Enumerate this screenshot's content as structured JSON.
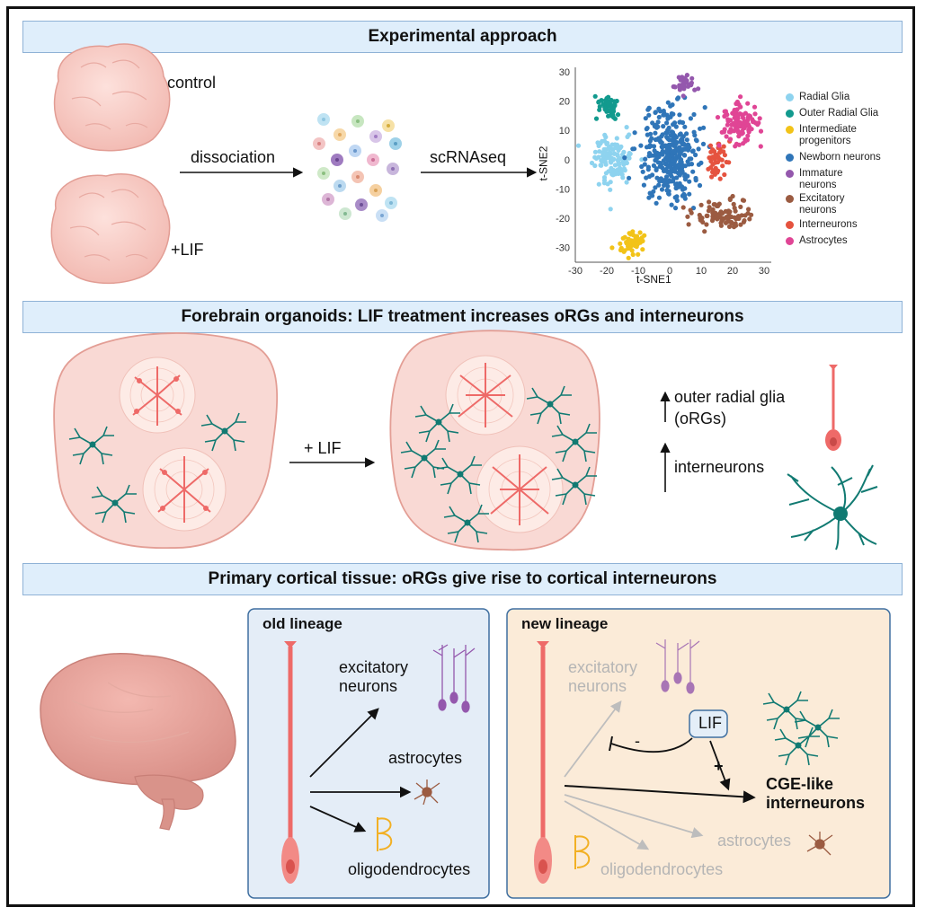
{
  "sections": {
    "s1": "Experimental approach",
    "s2": "Forebrain organoids: LIF treatment increases oRGs and interneurons",
    "s3": "Primary cortical tissue: oRGs give rise to cortical interneurons"
  },
  "experiment": {
    "control": "control",
    "lif": "+LIF",
    "dissociation": "dissociation",
    "scrnaseq": "scRNAseq"
  },
  "chart_data": {
    "type": "scatter",
    "xlabel": "t-SNE1",
    "ylabel": "t-SNE2",
    "xlim": [
      -30,
      30
    ],
    "ylim": [
      -35,
      30
    ],
    "xticks": [
      -30,
      -20,
      -10,
      0,
      10,
      20,
      30
    ],
    "yticks": [
      30,
      20,
      10,
      0,
      -10,
      -20,
      -30
    ],
    "series": [
      {
        "name": "Radial Glia",
        "color": "#8ed3ef",
        "center": [
          -18,
          0
        ],
        "spread": [
          5,
          7
        ],
        "count": 120
      },
      {
        "name": "Outer Radial Glia",
        "color": "#129a8e",
        "center": [
          -20,
          18
        ],
        "spread": [
          4,
          4
        ],
        "count": 45
      },
      {
        "name": "Intermediate progenitors",
        "color": "#f2c318",
        "center": [
          -12,
          -29
        ],
        "spread": [
          4,
          4
        ],
        "count": 45
      },
      {
        "name": "Newborn neurons",
        "color": "#2f75b8",
        "center": [
          0,
          2
        ],
        "spread": [
          8,
          14
        ],
        "count": 330
      },
      {
        "name": "Immature neurons",
        "color": "#9458ad",
        "center": [
          4,
          26
        ],
        "spread": [
          4,
          3
        ],
        "count": 30
      },
      {
        "name": "Excitatory neurons",
        "color": "#9b5b41",
        "center": [
          17,
          -19
        ],
        "spread": [
          8,
          5
        ],
        "count": 90
      },
      {
        "name": "Interneurons",
        "color": "#e5533f",
        "center": [
          15,
          1
        ],
        "spread": [
          3,
          5
        ],
        "count": 45
      },
      {
        "name": "Astrocytes",
        "color": "#e04595",
        "center": [
          22,
          12
        ],
        "spread": [
          5,
          7
        ],
        "count": 110
      }
    ]
  },
  "legend_labels": [
    "Radial Glia",
    "Outer Radial Glia",
    "Intermediate progenitors",
    "Newborn neurons",
    "Immature neurons",
    "Excitatory neurons",
    "Interneurons",
    "Astrocytes"
  ],
  "organoid": {
    "arrow_label": "+ LIF",
    "orgs_line1": "outer radial glia",
    "orgs_line2": "(oRGs)",
    "interneurons": "interneurons"
  },
  "old_lineage": {
    "title": "old lineage",
    "excit1": "excitatory",
    "excit2": "neurons",
    "astro": "astrocytes",
    "oligo": "oligodendrocytes"
  },
  "new_lineage": {
    "title": "new lineage",
    "excit1": "excitatory",
    "excit2": "neurons",
    "lif": "LIF",
    "minus": "-",
    "plus": "+",
    "cge1": "CGE-like",
    "cge2": "interneurons",
    "astro": "astrocytes",
    "oligo": "oligodendrocytes"
  },
  "colors": {
    "banner": "#dfeefb",
    "old_panel": "#e4edf7",
    "new_panel": "#fbebd8",
    "organoid": "#f6c9c3",
    "rg": "#ee6a68",
    "interneuron": "#117a72"
  }
}
